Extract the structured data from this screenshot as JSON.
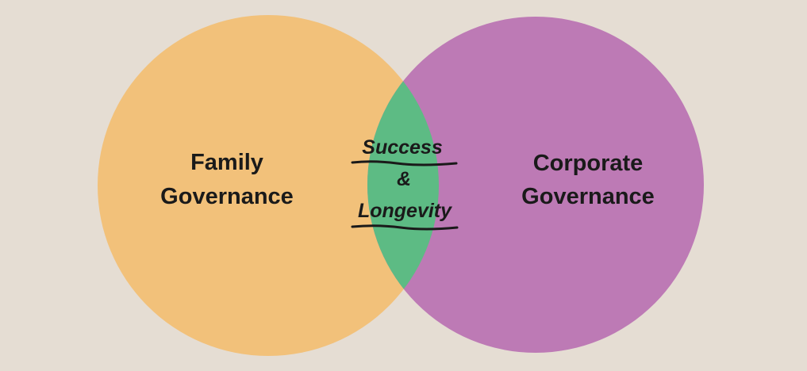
{
  "diagram": {
    "left_circle": {
      "line1": "Family",
      "line2": "Governance",
      "color": "#f2c17a"
    },
    "right_circle": {
      "line1": "Corporate",
      "line2": "Governance",
      "color": "#bd7ab5"
    },
    "overlap": {
      "line1": "Success",
      "line2": "&",
      "line3": "Longevity",
      "color": "#5dbb84"
    },
    "background_color": "#e5ddd3",
    "text_color": "#1a1a1a"
  }
}
